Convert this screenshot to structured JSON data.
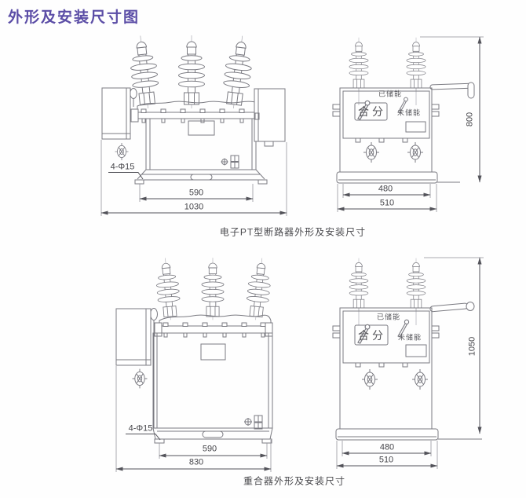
{
  "page": {
    "title": "外形及安装尺寸图"
  },
  "colors": {
    "title_accent": "#5b4da6",
    "line_art": "#7b7b82",
    "dimension_text": "#45454a"
  },
  "figures": {
    "pt": {
      "caption": "电子PT型断路器外形及安装尺寸",
      "front": {
        "hole": "4-Φ15",
        "base_width": "590",
        "total_width": "1030"
      },
      "side": {
        "charged": "已储能",
        "switch_label": "合分",
        "uncharged": "未储能",
        "base_width": "480",
        "total_width": "510",
        "height": "800"
      }
    },
    "recloser": {
      "caption": "重合器外形及安装尺寸",
      "front": {
        "hole": "4-Φ15",
        "base_width": "590",
        "total_width": "830"
      },
      "side": {
        "charged": "已储能",
        "switch_label": "合分",
        "uncharged": "未储能",
        "base_width": "480",
        "total_width": "510",
        "height": "1050"
      }
    }
  }
}
